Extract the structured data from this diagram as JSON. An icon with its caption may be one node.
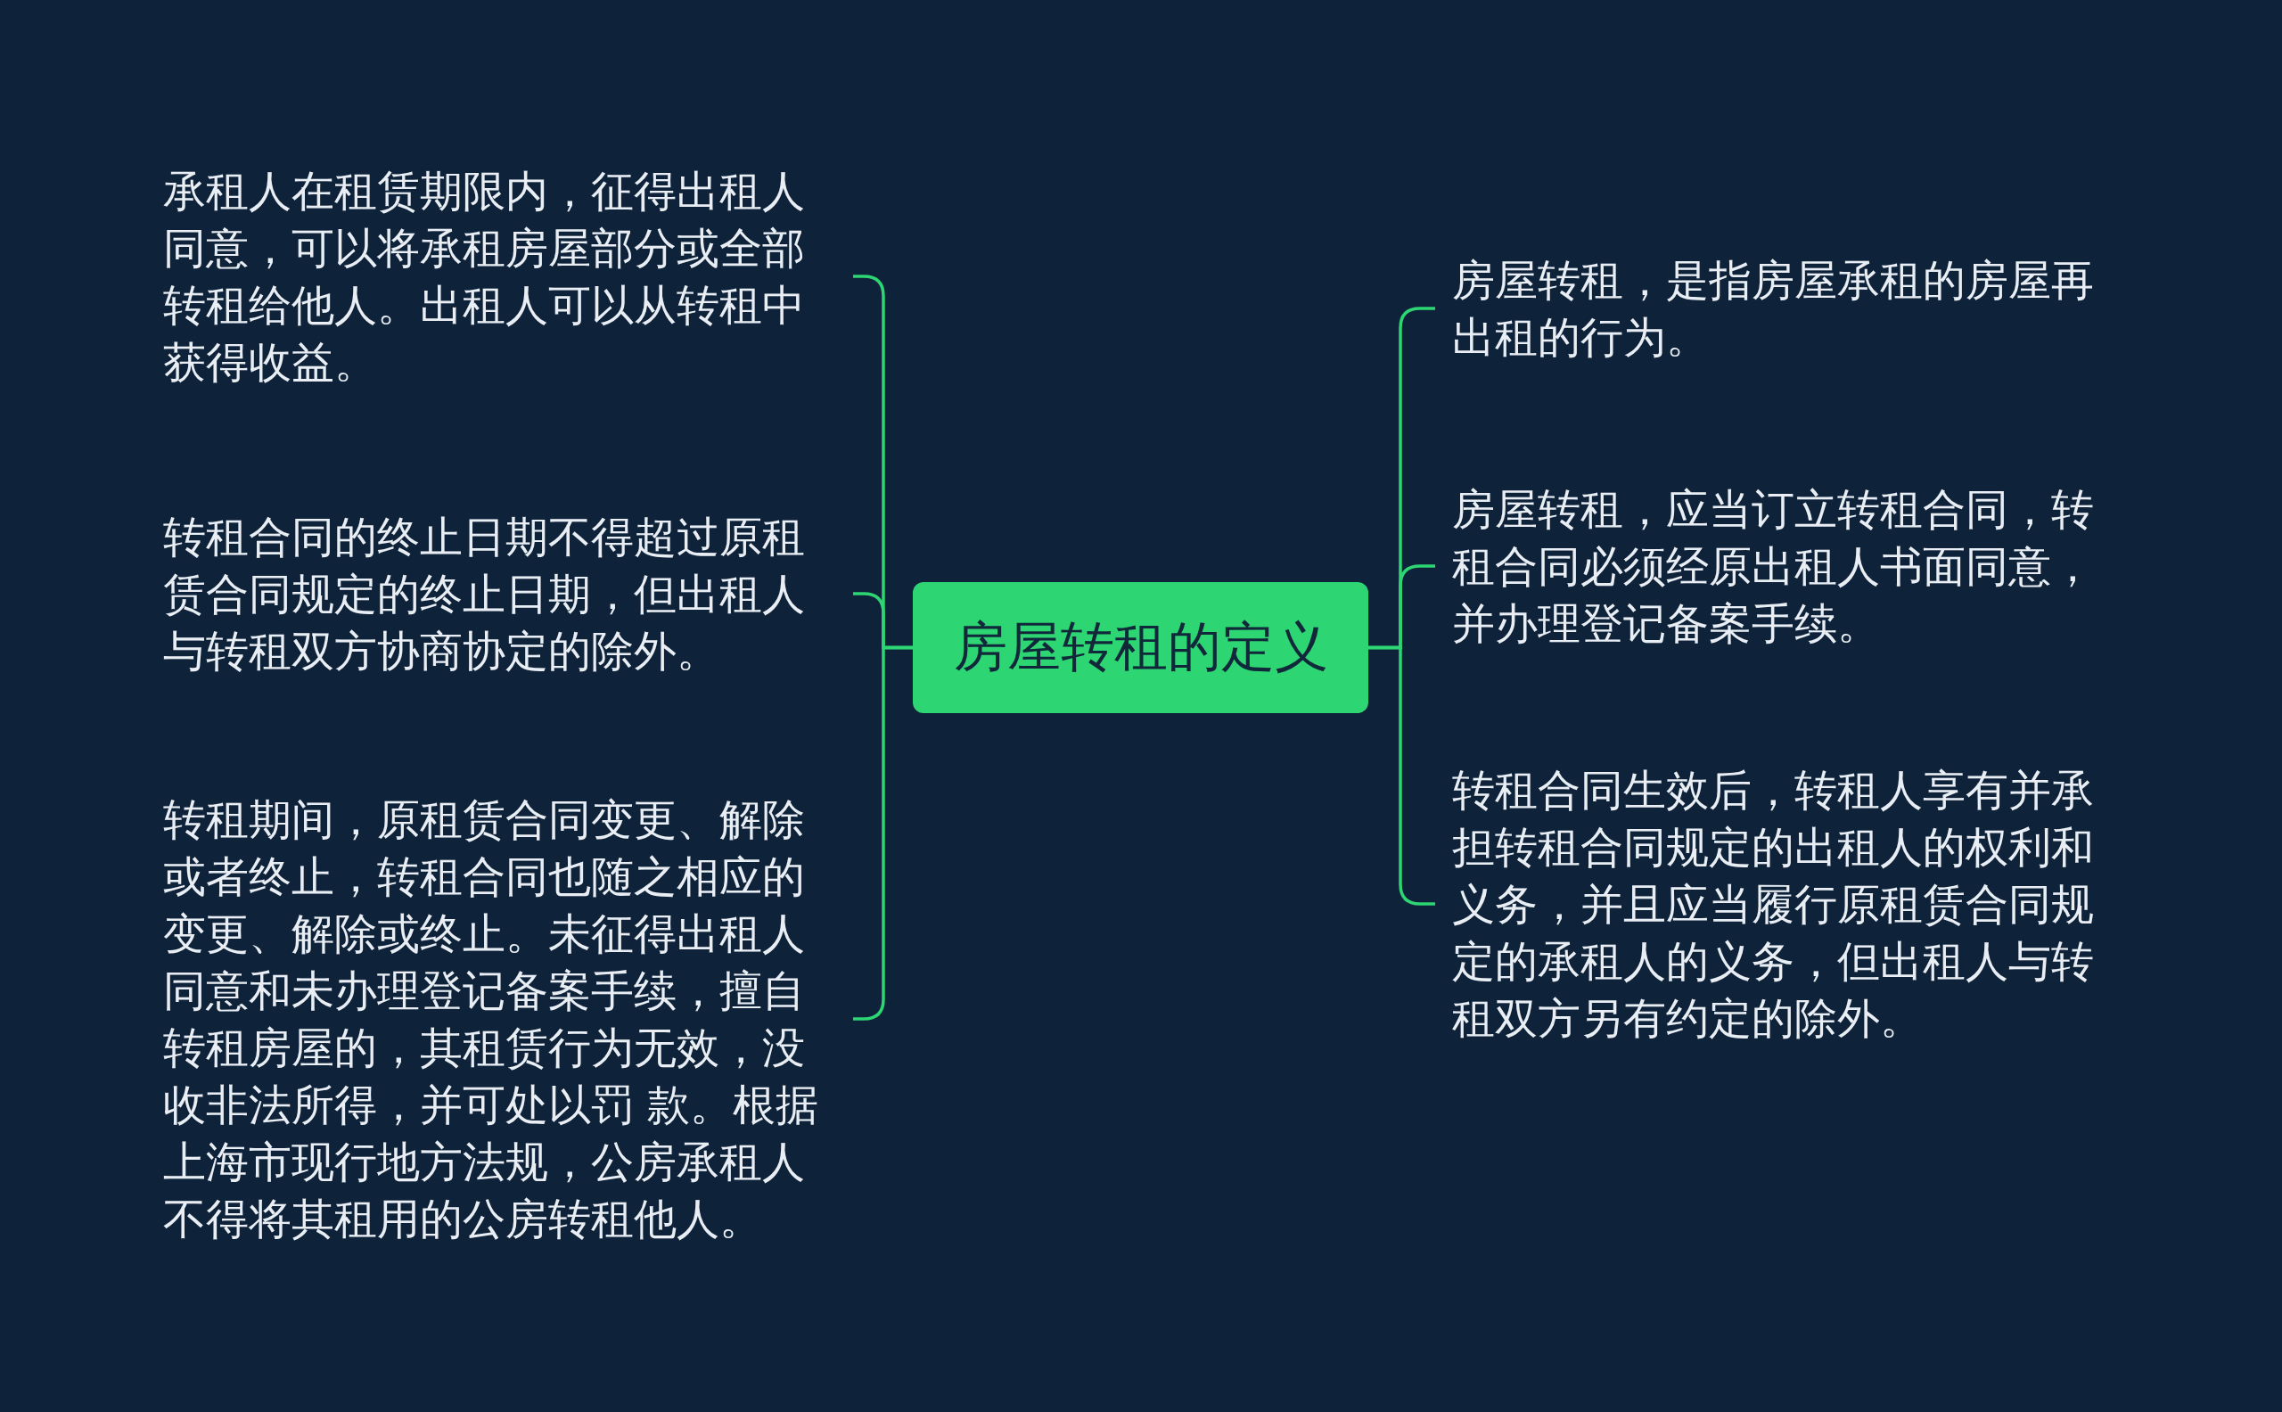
{
  "diagram": {
    "nodes": [
      {
        "text": [
          "房屋转租的定义"
        ]
      },
      {
        "text": [
          "承租人在租赁期限内，征得出租人同意，可以将承租房屋部分或全部转租给他人。出租人可以从转租中获得收益。"
        ]
      },
      {
        "text": [
          "转租合同的终止日期不得超过原租赁合同规定的终止日期，但出租人与转租双方协商协定的除外。"
        ]
      },
      {
        "text": [
          "转租期间，原租赁合同变更、解除或者终止，转租合同也随之相应的变更、解除或终止。未征得出租人同意和未办理登记备案手续，擅自转租房屋的，其租赁行为无效，没收非法所得，并可处以罚 款。根据上海市现行地方法规，公房承租人不得将其租用的公房转租他人。"
        ]
      },
      {
        "text": [
          "房屋转租，是指房屋承租的房屋再出租的行为。"
        ]
      },
      {
        "text": [
          "房屋转租，应当订立转租合同，转租合同必须经原出租人书面同意，并办理登记备案手续。"
        ]
      },
      {
        "text": [
          "转租合同生效后，转租人享有并承担转租合同规定的出租人的权利和义务，并且应当履行原租赁合同规定的承租人的义务，但出租人与转租双方另有约定的除外。"
        ]
      }
    ],
    "edges": [
      {
        "from": 0,
        "to": 1,
        "arrow": "none"
      },
      {
        "from": 0,
        "to": 2,
        "arrow": "none"
      },
      {
        "from": 0,
        "to": 3,
        "arrow": "none"
      },
      {
        "from": 0,
        "to": 4,
        "arrow": "none"
      },
      {
        "from": 0,
        "to": 5,
        "arrow": "none"
      },
      {
        "from": 0,
        "to": 6,
        "arrow": "none"
      }
    ]
  }
}
